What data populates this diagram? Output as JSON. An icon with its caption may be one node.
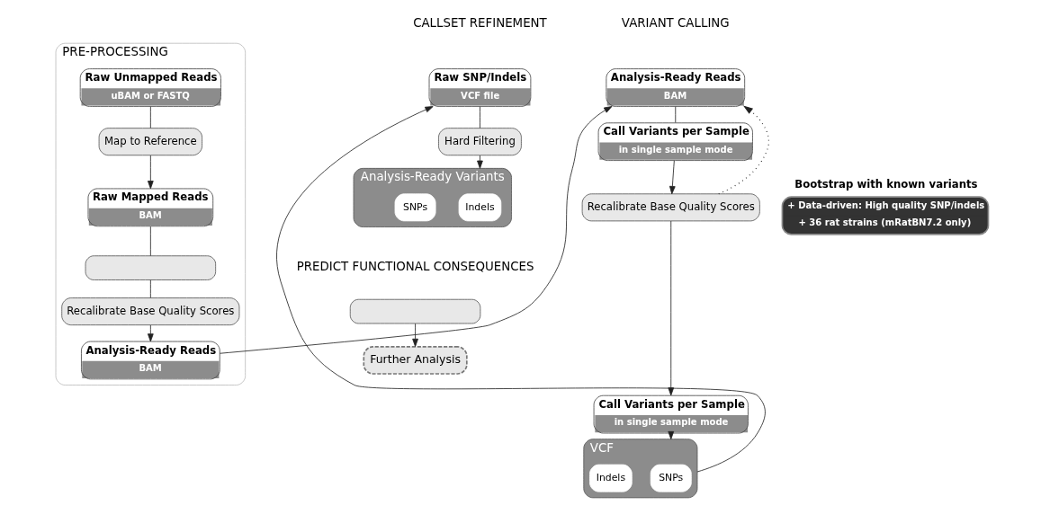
{
  "diagram": {
    "nodes": [
      {
        "text": [
          "PRE-PROCESSING"
        ]
      },
      {
        "text": [
          "Raw Unmapped Reads",
          "uBAM or FASTQ"
        ],
        "in": 0
      },
      {
        "text": [
          "Map to Reference"
        ],
        "in": 0
      },
      {
        "text": [
          "Raw Mapped Reads",
          "BAM"
        ],
        "in": 0
      },
      {
        "text": [],
        "shape": "box",
        "in": 0
      },
      {
        "text": [
          "Recalibrate Base Quality Scores"
        ],
        "in": 0
      },
      {
        "text": [
          "Analysis-Ready Reads",
          "BAM"
        ],
        "in": 0
      },
      {
        "text": [
          "Analysis-Ready Reads",
          "BAM"
        ]
      },
      {
        "text": [
          "Call Variants per Sample",
          "in single sample mode"
        ]
      },
      {
        "text": [
          "Recalibrate Base Quality Scores"
        ]
      },
      {
        "text": [
          "Call Variants per Sample",
          "in single sample mode"
        ]
      },
      {
        "text": [
          "VCF"
        ]
      },
      {
        "text": [
          "SNPs"
        ],
        "in": 11
      },
      {
        "text": [
          "Indels"
        ],
        "in": 11
      },
      {
        "text": [
          "Bootstrap with known variants",
          "+ Data-driven: High quality SNP/indels",
          "+ 36 rat strains (mRatBN7.2 only)"
        ]
      },
      {
        "text": [
          "Raw SNP/Indels",
          "VCF file"
        ]
      },
      {
        "text": [
          "Hard Filtering"
        ]
      },
      {
        "text": [
          "Analysis-Ready Variants"
        ]
      },
      {
        "text": [
          "Indels"
        ],
        "in": 17
      },
      {
        "text": [
          "SNPs"
        ],
        "in": 17
      },
      {
        "text": [],
        "shape": "box"
      },
      {
        "text": [
          "Further Analysis"
        ]
      }
    ],
    "edges": [
      {
        "from": 1,
        "to": 2,
        "arrow": "none"
      },
      {
        "from": 2,
        "to": 3,
        "arrow": "to"
      },
      {
        "from": 3,
        "to": 4,
        "arrow": "none"
      },
      {
        "from": 4,
        "to": 5,
        "arrow": "none"
      },
      {
        "from": 5,
        "to": 6,
        "arrow": "to"
      },
      {
        "from": 6,
        "to": 7,
        "arrow": "to"
      },
      {
        "from": 7,
        "to": 8,
        "arrow": "none"
      },
      {
        "from": 8,
        "to": 9,
        "arrow": "to"
      },
      {
        "from": 9,
        "to": 7,
        "arrow": "to",
        "style": "dashed"
      },
      {
        "from": 9,
        "to": 10,
        "arrow": "to"
      },
      {
        "from": 10,
        "to": 11,
        "arrow": "to"
      },
      {
        "from": 11,
        "to": 15,
        "arrow": "to"
      },
      {
        "from": 15,
        "to": 16,
        "arrow": "none"
      },
      {
        "from": 16,
        "to": 17,
        "arrow": "to"
      },
      {
        "from": 20,
        "to": 21,
        "arrow": "to"
      }
    ],
    "labels": [
      "VARIANT CALLING",
      "CALLSET REFINEMENT",
      "PREDICT FUNCTIONAL CONSEQUENCES"
    ]
  }
}
